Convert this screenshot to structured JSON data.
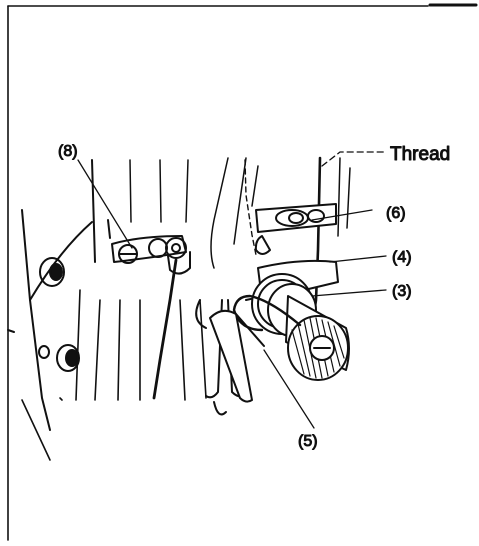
{
  "diagram": {
    "labels": {
      "thread": "Thread",
      "part_6": "(6)",
      "part_4": "(4)",
      "part_3": "(3)",
      "part_8": "(8)",
      "part_5": "(5)"
    },
    "colors": {
      "ink": "#111111",
      "paper": "#ffffff",
      "shade": "#555555"
    }
  }
}
